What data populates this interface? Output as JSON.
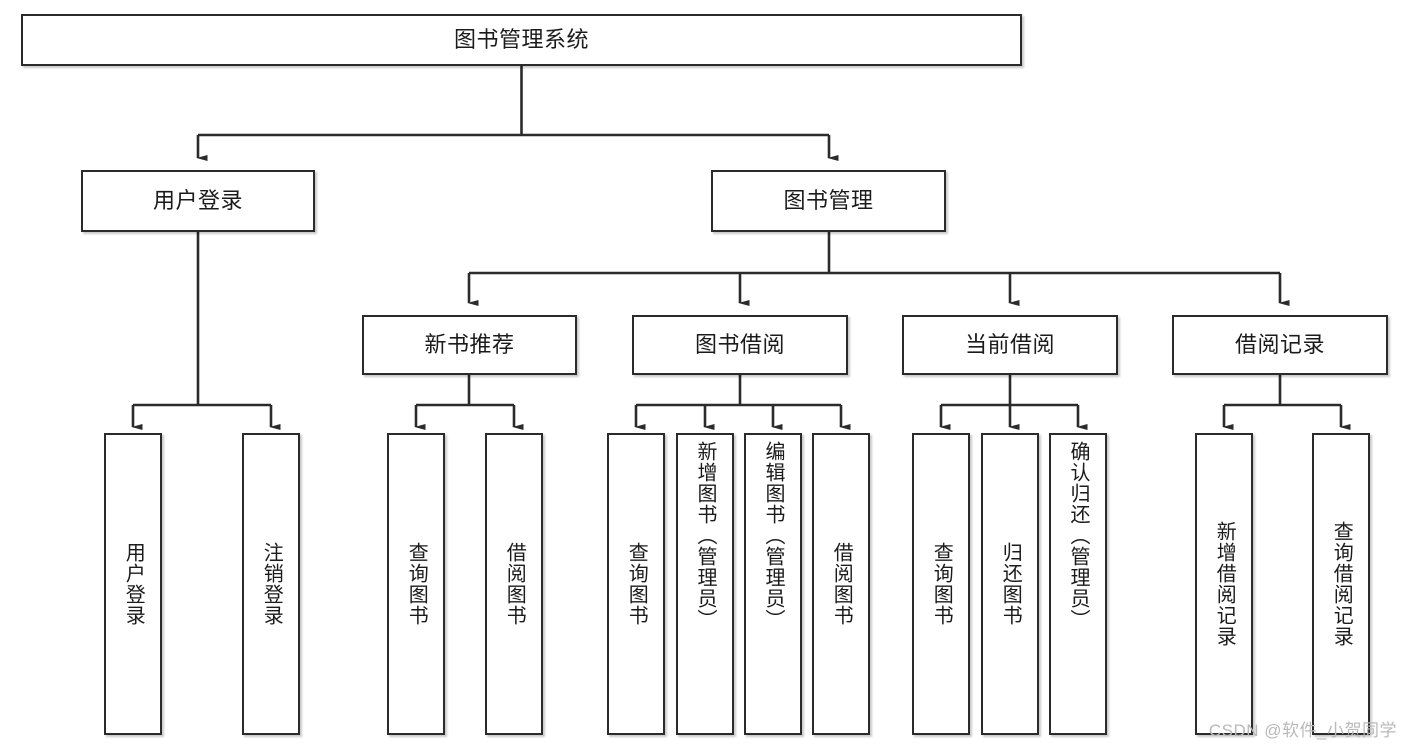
{
  "diagram": {
    "title": "图书管理系统",
    "watermark": "CSDN @软件_小贺同学",
    "line_color": "#2b2b2b",
    "box_fill": "#ffffff",
    "text_color": "#1b1b1b",
    "levels": {
      "level1": [
        "图书管理系统"
      ],
      "level2": [
        "用户登录",
        "图书管理"
      ],
      "level3": [
        "新书推荐",
        "图书借阅",
        "当前借阅",
        "借阅记录"
      ],
      "level4": [
        "用户登录",
        "注销登录",
        "查询图书",
        "借阅图书",
        "查询图书",
        "新增图书（管理员）",
        "编辑图书（管理员）",
        "借阅图书",
        "查询图书",
        "归还图书",
        "确认归还（管理员）",
        "新增借阅记录",
        "查询借阅记录"
      ]
    },
    "root": {
      "label": "图书管理系统"
    },
    "branches": [
      {
        "label": "用户登录",
        "children": [],
        "leaves": [
          {
            "label": "用户登录"
          },
          {
            "label": "注销登录"
          }
        ]
      },
      {
        "label": "图书管理",
        "children": [
          {
            "label": "新书推荐",
            "leaves": [
              {
                "label": "查询图书"
              },
              {
                "label": "借阅图书"
              }
            ]
          },
          {
            "label": "图书借阅",
            "leaves": [
              {
                "label": "查询图书"
              },
              {
                "label": "新增图书（管理员）"
              },
              {
                "label": "编辑图书（管理员）"
              },
              {
                "label": "借阅图书"
              }
            ]
          },
          {
            "label": "当前借阅",
            "leaves": [
              {
                "label": "查询图书"
              },
              {
                "label": "归还图书"
              },
              {
                "label": "确认归还（管理员）"
              }
            ]
          },
          {
            "label": "借阅记录",
            "leaves": [
              {
                "label": "新增借阅记录"
              },
              {
                "label": "查询借阅记录"
              }
            ]
          }
        ]
      }
    ],
    "nodes": {
      "root": "图书管理系统",
      "user_login": "用户登录",
      "book_manage": "图书管理",
      "new_book_rec": "新书推荐",
      "book_borrow": "图书借阅",
      "current_borrow": "当前借阅",
      "borrow_record": "借阅记录",
      "leaf_user_login": "用户登录",
      "leaf_logout": "注销登录",
      "leaf_query_book_a": "查询图书",
      "leaf_borrow_book_a": "借阅图书",
      "leaf_query_book_b": "查询图书",
      "leaf_add_book_admin": "新增图书（管理员）",
      "leaf_edit_book_admin": "编辑图书（管理员）",
      "leaf_borrow_book_b": "借阅图书",
      "leaf_query_book_c": "查询图书",
      "leaf_return_book": "归还图书",
      "leaf_confirm_return_admin": "确认归还（管理员）",
      "leaf_add_record": "新增借阅记录",
      "leaf_query_record": "查询借阅记录"
    }
  }
}
